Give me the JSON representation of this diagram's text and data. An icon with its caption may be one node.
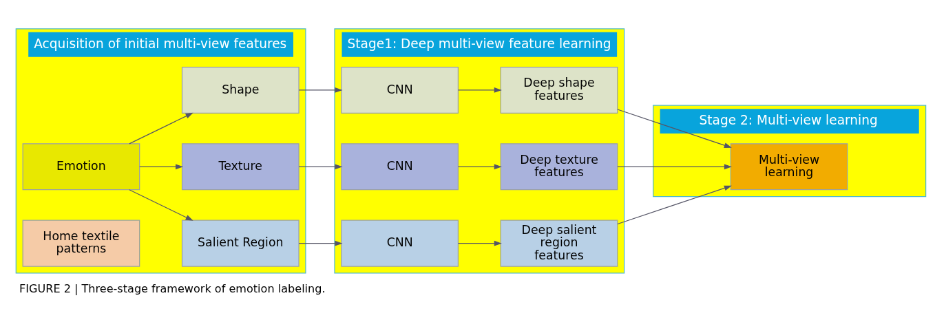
{
  "diagram": {
    "caption": "FIGURE 2 | Three-stage framework of emotion labeling.",
    "nodes": [
      {
        "text": [
          "Acquisition of initial multi-view features"
        ]
      },
      {
        "text": [
          "Home textile patterns"
        ],
        "in": 0
      },
      {
        "text": [
          "Emotion"
        ],
        "in": 0
      },
      {
        "text": [
          "Shape"
        ],
        "in": 0
      },
      {
        "text": [
          "Texture"
        ],
        "in": 0
      },
      {
        "text": [
          "Salient Region"
        ],
        "in": 0
      },
      {
        "text": [
          "Stage1: Deep multi-view feature learning"
        ]
      },
      {
        "text": [
          "CNN"
        ],
        "in": 6
      },
      {
        "text": [
          "Deep shape features"
        ],
        "in": 6
      },
      {
        "text": [
          "CNN"
        ],
        "in": 6
      },
      {
        "text": [
          "Deep texture features"
        ],
        "in": 6
      },
      {
        "text": [
          "CNN"
        ],
        "in": 6
      },
      {
        "text": [
          "Deep salient region features"
        ],
        "in": 6
      },
      {
        "text": [
          "Stage 2: Multi-view learning"
        ]
      },
      {
        "text": [
          "Multi-view learning"
        ],
        "in": 13
      }
    ],
    "edges": [
      {
        "from": 2,
        "to": 3,
        "arrow": "to"
      },
      {
        "from": 2,
        "to": 4,
        "arrow": "to"
      },
      {
        "from": 2,
        "to": 5,
        "arrow": "to"
      },
      {
        "from": 3,
        "to": 7,
        "arrow": "to"
      },
      {
        "from": 4,
        "to": 9,
        "arrow": "to"
      },
      {
        "from": 5,
        "to": 11,
        "arrow": "to"
      },
      {
        "from": 7,
        "to": 8,
        "arrow": "to"
      },
      {
        "from": 9,
        "to": 10,
        "arrow": "to"
      },
      {
        "from": 11,
        "to": 12,
        "arrow": "to"
      },
      {
        "from": 8,
        "to": 14,
        "arrow": "to"
      },
      {
        "from": 10,
        "to": 14,
        "arrow": "to"
      },
      {
        "from": 12,
        "to": 14,
        "arrow": "to"
      }
    ]
  }
}
